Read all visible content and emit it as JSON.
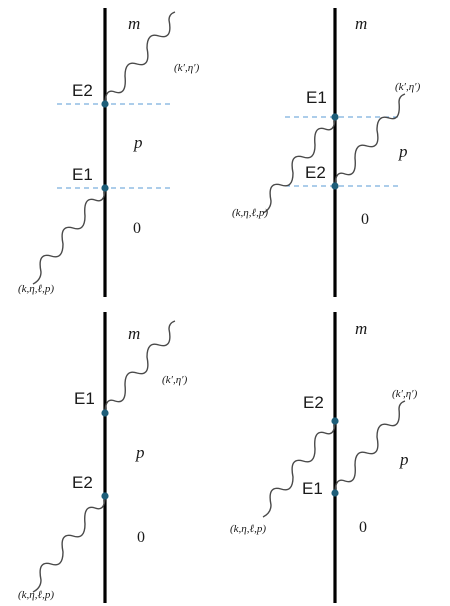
{
  "panels": [
    {
      "state_top": "m",
      "state_mid": "p",
      "state_bottom": "0",
      "event_upper": "E2",
      "event_lower": "E1",
      "incoming_label": "(k,η,ℓ,p)",
      "outgoing_label": "(k′,η′)"
    },
    {
      "state_top": "m",
      "state_mid": "p",
      "state_bottom": "0",
      "event_upper": "E1",
      "event_lower": "E2",
      "incoming_label": "(k,η,ℓ,p)",
      "outgoing_label": "(k′,η′)"
    },
    {
      "state_top": "m",
      "state_mid": "p",
      "state_bottom": "0",
      "event_upper": "E1",
      "event_lower": "E2",
      "incoming_label": "(k,η,ℓ,p)",
      "outgoing_label": "(k′,η′)"
    },
    {
      "state_top": "m",
      "state_mid": "p",
      "state_bottom": "0",
      "event_upper": "E2",
      "event_lower": "E1",
      "incoming_label": "(k,η,ℓ,p)",
      "outgoing_label": "(k′,η′)"
    }
  ],
  "colors": {
    "line": "#000000",
    "vertex": "#1f5f7a",
    "dashed_guide": "#5a9bd5",
    "wave": "#4a4a4a"
  }
}
